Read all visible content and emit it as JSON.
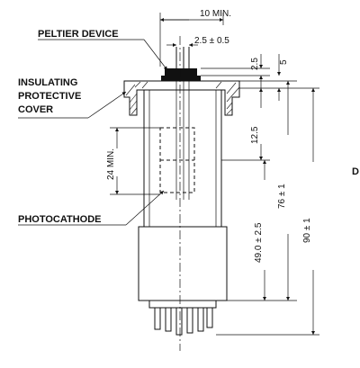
{
  "labels": {
    "peltier": "PELTIER DEVICE",
    "insulating": [
      "INSULATING",
      "PROTECTIVE",
      "COVER"
    ],
    "photocathode": "PHOTOCATHODE",
    "edge_char": "D"
  },
  "dimensions": {
    "top_width": "10 MIN.",
    "peltier_pitch": "2.5 ± 0.5",
    "d_2_5": "2.5",
    "d_5": "5",
    "d_12_5": "12.5",
    "d_24": "24 MIN.",
    "d_49": "49.0 ± 2.5",
    "d_76": "76 ± 1",
    "d_90": "90 ± 1"
  }
}
